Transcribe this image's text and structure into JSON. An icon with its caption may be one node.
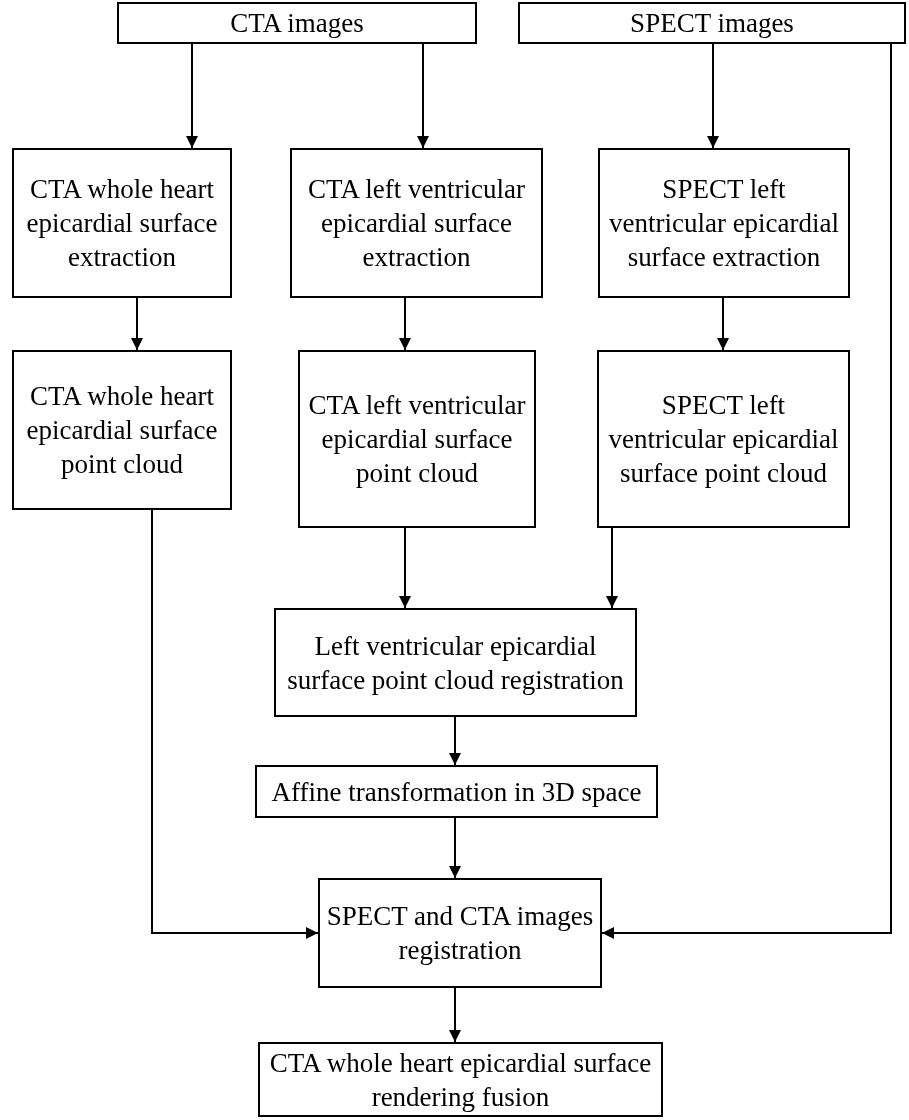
{
  "diagram": {
    "nodes": [
      {
        "text": [
          "CTA images"
        ]
      },
      {
        "text": [
          "SPECT images"
        ]
      },
      {
        "text": [
          "CTA whole heart epicardial surface extraction"
        ]
      },
      {
        "text": [
          "CTA left ventricular epicardial surface extraction"
        ]
      },
      {
        "text": [
          "SPECT left ventricular epicardial surface extraction"
        ]
      },
      {
        "text": [
          "CTA whole heart epicardial surface point cloud"
        ]
      },
      {
        "text": [
          "CTA left ventricular epicardial surface point cloud"
        ]
      },
      {
        "text": [
          "SPECT left ventricular epicardial surface point cloud"
        ]
      },
      {
        "text": [
          "Left ventricular epicardial surface point cloud registration"
        ]
      },
      {
        "text": [
          "Affine transformation in 3D space"
        ]
      },
      {
        "text": [
          "SPECT and CTA images registration"
        ]
      },
      {
        "text": [
          "CTA whole heart epicardial surface rendering fusion"
        ]
      }
    ],
    "edges": [
      {
        "from": 0,
        "to": 2,
        "arrow": "to"
      },
      {
        "from": 0,
        "to": 3,
        "arrow": "to"
      },
      {
        "from": 1,
        "to": 4,
        "arrow": "to"
      },
      {
        "from": 1,
        "to": 10,
        "arrow": "to"
      },
      {
        "from": 2,
        "to": 5,
        "arrow": "to"
      },
      {
        "from": 3,
        "to": 6,
        "arrow": "to"
      },
      {
        "from": 4,
        "to": 7,
        "arrow": "to"
      },
      {
        "from": 5,
        "to": 10,
        "arrow": "to"
      },
      {
        "from": 6,
        "to": 8,
        "arrow": "to"
      },
      {
        "from": 7,
        "to": 8,
        "arrow": "to"
      },
      {
        "from": 8,
        "to": 9,
        "arrow": "to"
      },
      {
        "from": 9,
        "to": 10,
        "arrow": "to"
      },
      {
        "from": 10,
        "to": 11,
        "arrow": "to"
      }
    ]
  }
}
